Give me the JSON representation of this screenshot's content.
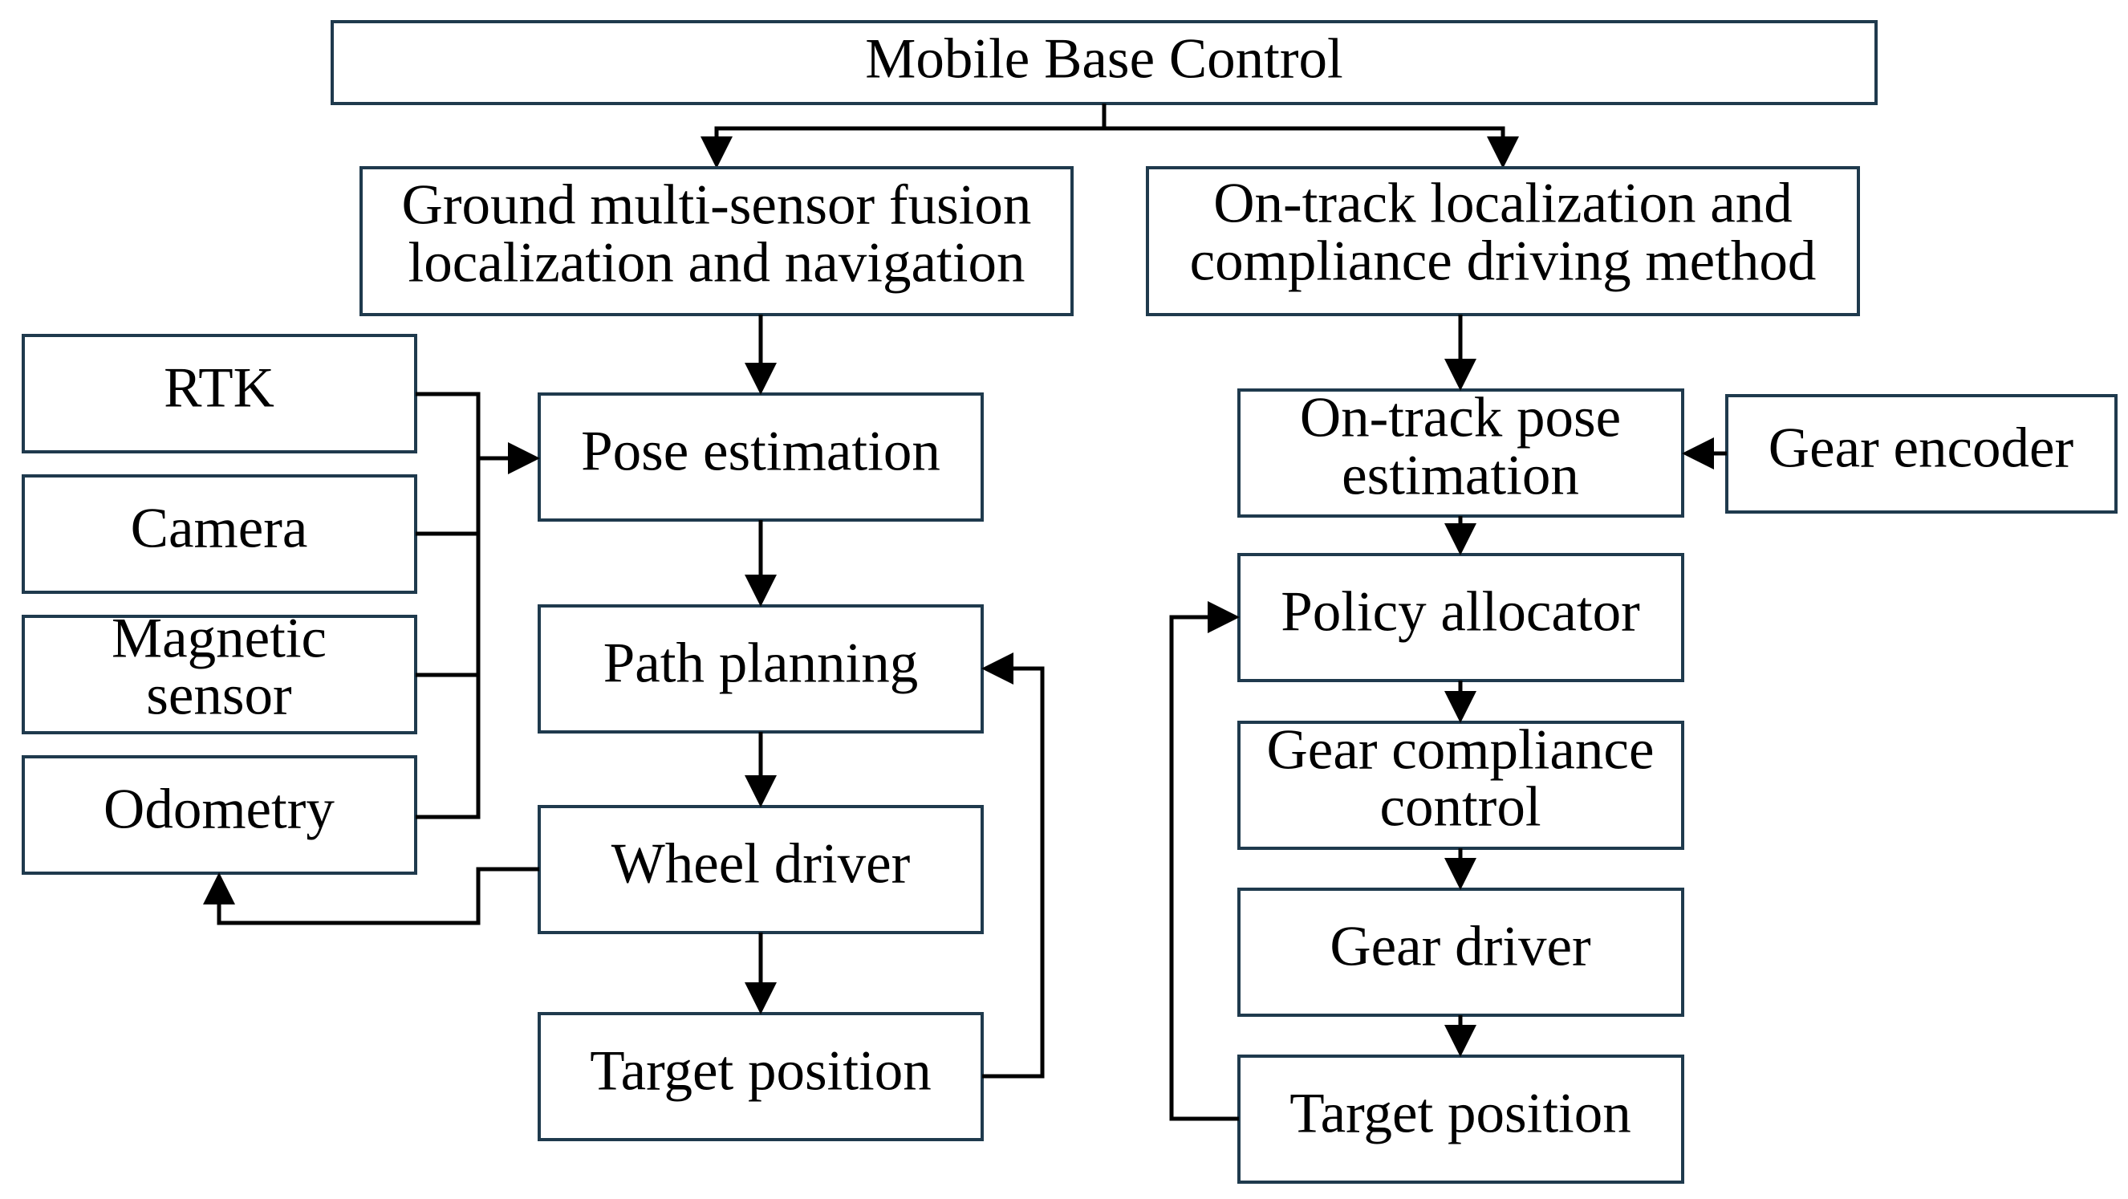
{
  "title": "Mobile Base Control",
  "left_branch": {
    "header": [
      "Ground multi-sensor fusion",
      "localization and navigation"
    ],
    "sensors": {
      "rtk": "RTK",
      "camera": "Camera",
      "magnetic": [
        "Magnetic",
        "sensor"
      ],
      "odometry": "Odometry"
    },
    "steps": {
      "pose": "Pose estimation",
      "path": "Path planning",
      "wheel": "Wheel driver",
      "target": "Target position"
    }
  },
  "right_branch": {
    "header": [
      "On-track localization and",
      "compliance driving method"
    ],
    "steps": {
      "pose": [
        "On-track pose",
        "estimation"
      ],
      "encoder": "Gear encoder",
      "policy": "Policy allocator",
      "compliance": [
        "Gear compliance",
        "control"
      ],
      "driver": "Gear driver",
      "target": "Target position"
    }
  }
}
